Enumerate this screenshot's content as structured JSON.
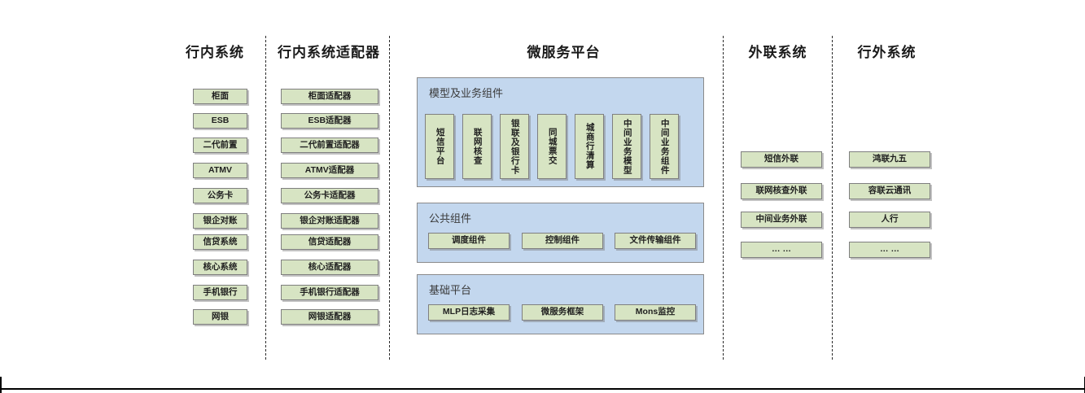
{
  "diagram": {
    "columns": [
      {
        "key": "internal-systems",
        "title": "行内系统",
        "items": [
          "柜面",
          "ESB",
          "二代前置",
          "ATMV",
          "公务卡",
          "银企对账",
          "信贷系统",
          "核心系统",
          "手机银行",
          "网银"
        ]
      },
      {
        "key": "internal-adapters",
        "title": "行内系统适配器",
        "items": [
          "柜面适配器",
          "ESB适配器",
          "二代前置适配器",
          "ATMV适配器",
          "公务卡适配器",
          "银企对账适配器",
          "信贷适配器",
          "核心适配器",
          "手机银行适配器",
          "网银适配器"
        ]
      },
      {
        "key": "microservice-platform",
        "title": "微服务平台"
      },
      {
        "key": "external-link-systems",
        "title": "外联系统",
        "items": [
          "短信外联",
          "联网核查外联",
          "中间业务外联",
          "… …"
        ]
      },
      {
        "key": "outside-bank-systems",
        "title": "行外系统",
        "items": [
          "鸿联九五",
          "容联云通讯",
          "人行",
          "… …"
        ]
      }
    ],
    "platform": {
      "panels": [
        {
          "key": "model-and-business-components",
          "title": "模型及业务组件",
          "orientation": "vertical",
          "items": [
            "短信平台",
            "联网核查",
            "银联及银行卡",
            "同城票交",
            "城商行清算",
            "中间业务模型",
            "中间业务组件"
          ]
        },
        {
          "key": "public-components",
          "title": "公共组件",
          "orientation": "horizontal",
          "items": [
            "调度组件",
            "控制组件",
            "文件传输组件"
          ]
        },
        {
          "key": "base-platform",
          "title": "基础平台",
          "orientation": "horizontal",
          "items": [
            "MLP日志采集",
            "微服务框架",
            "Mons监控"
          ]
        }
      ]
    },
    "colors": {
      "node_fill": "#d7e4c3",
      "node_border": "#7f7f7f",
      "panel_fill": "#c3d7ee",
      "panel_border": "#8a8a8a",
      "divider": "#2b2b2b",
      "text": "#1f1f1f",
      "background": "#ffffff"
    }
  }
}
